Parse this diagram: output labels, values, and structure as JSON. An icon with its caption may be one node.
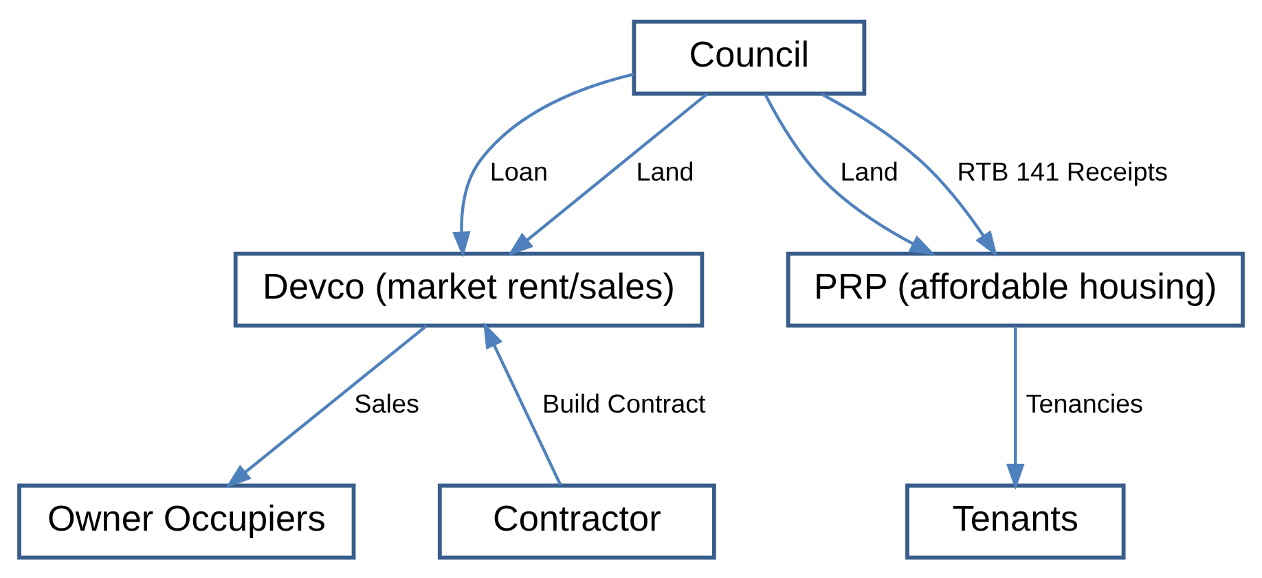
{
  "diagram": {
    "nodes": [
      {
        "text": [
          "Council"
        ]
      },
      {
        "text": [
          "Devco (market rent/sales)"
        ]
      },
      {
        "text": [
          "PRP (affordable housing)"
        ]
      },
      {
        "text": [
          "Owner Occupiers"
        ]
      },
      {
        "text": [
          "Contractor"
        ]
      },
      {
        "text": [
          "Tenants"
        ]
      }
    ],
    "edges": [
      {
        "from": 0,
        "to": 1,
        "arrow": "to",
        "label": "Loan"
      },
      {
        "from": 0,
        "to": 1,
        "arrow": "to",
        "label": "Land"
      },
      {
        "from": 0,
        "to": 2,
        "arrow": "to",
        "label": "Land"
      },
      {
        "from": 0,
        "to": 2,
        "arrow": "to",
        "label": "RTB 141 Receipts"
      },
      {
        "from": 1,
        "to": 3,
        "arrow": "to",
        "label": "Sales"
      },
      {
        "from": 4,
        "to": 1,
        "arrow": "to",
        "label": "Build Contract"
      },
      {
        "from": 2,
        "to": 5,
        "arrow": "to",
        "label": "Tenancies"
      }
    ]
  }
}
